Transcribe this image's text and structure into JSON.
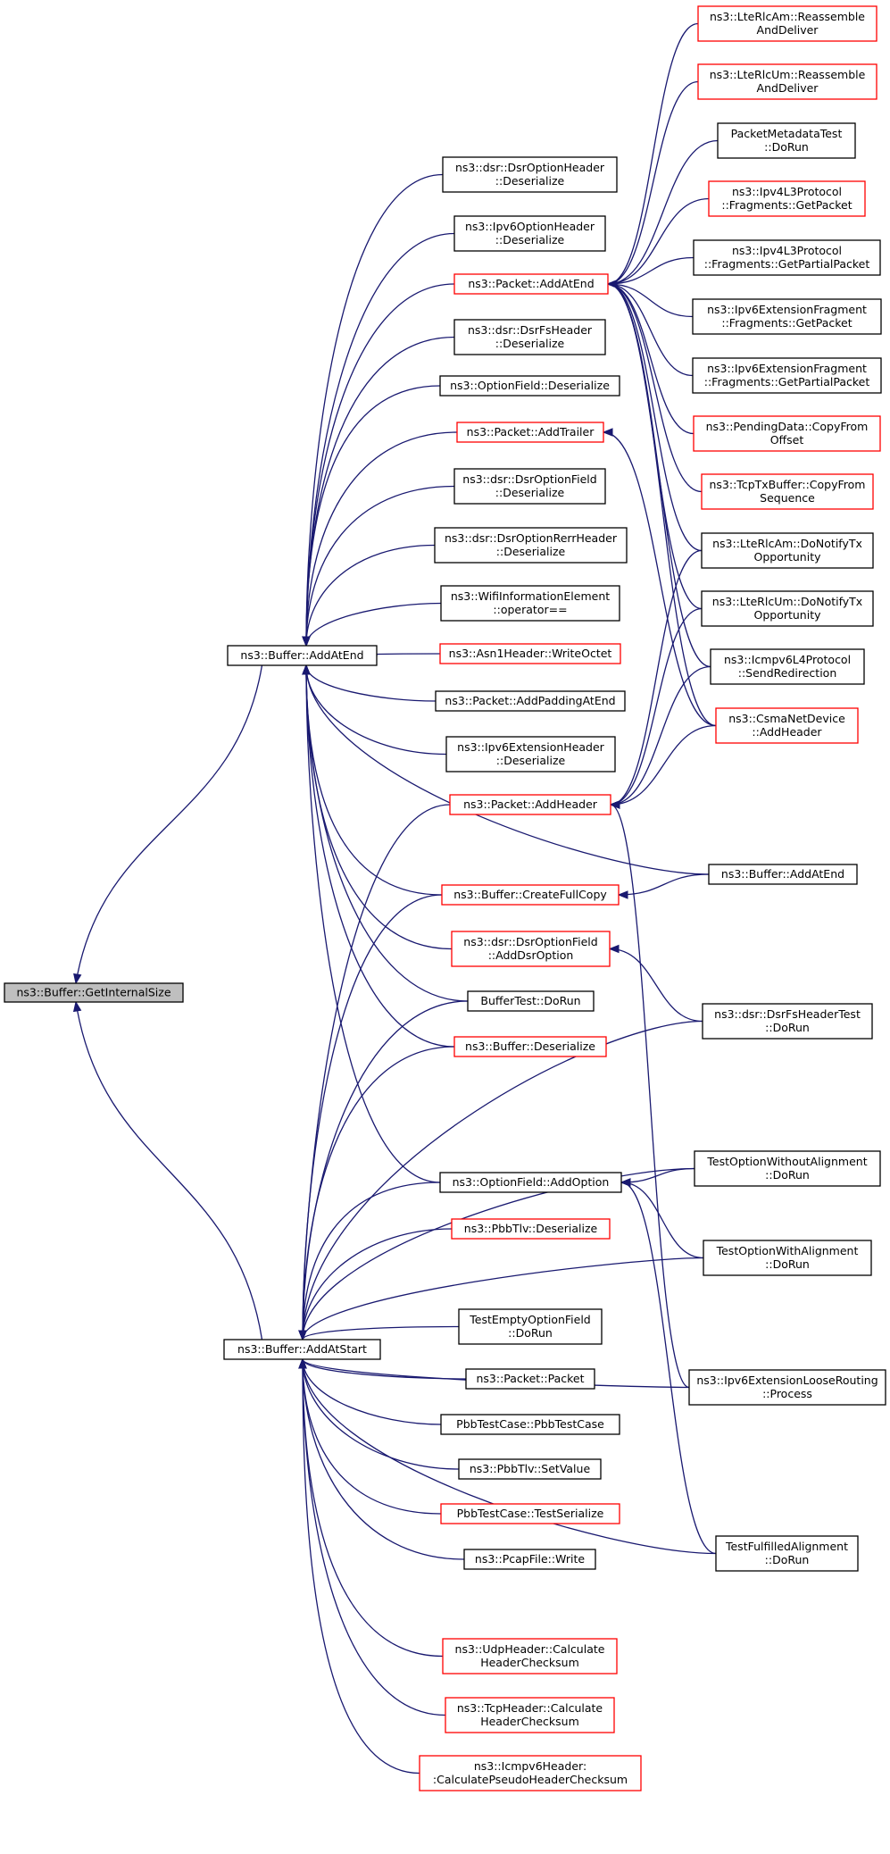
{
  "diagram": {
    "colors": {
      "edge": "#191970",
      "normal_border": "#000000",
      "truncated_border": "#ff0000",
      "root_fill": "#bfbfbf"
    },
    "nodes": [
      {
        "id": "getinternalsize",
        "lines": [
          "ns3::Buffer::GetInternalSize"
        ],
        "style": "root"
      },
      {
        "id": "buffer_addatend",
        "lines": [
          "ns3::Buffer::AddAtEnd"
        ],
        "style": "normal"
      },
      {
        "id": "buffer_addatstart",
        "lines": [
          "ns3::Buffer::AddAtStart"
        ],
        "style": "normal"
      },
      {
        "id": "dsr_optionheader_deser",
        "lines": [
          "ns3::dsr::DsrOptionHeader",
          "::Deserialize"
        ],
        "style": "normal"
      },
      {
        "id": "ipv6optionheader_deser",
        "lines": [
          "ns3::Ipv6OptionHeader",
          "::Deserialize"
        ],
        "style": "normal"
      },
      {
        "id": "packet_addatend",
        "lines": [
          "ns3::Packet::AddAtEnd"
        ],
        "style": "red"
      },
      {
        "id": "dsr_fsheader_deser",
        "lines": [
          "ns3::dsr::DsrFsHeader",
          "::Deserialize"
        ],
        "style": "normal"
      },
      {
        "id": "optionfield_deser",
        "lines": [
          "ns3::OptionField::Deserialize"
        ],
        "style": "normal"
      },
      {
        "id": "packet_addtrailer",
        "lines": [
          "ns3::Packet::AddTrailer"
        ],
        "style": "red"
      },
      {
        "id": "dsr_optionfield_deser",
        "lines": [
          "ns3::dsr::DsrOptionField",
          "::Deserialize"
        ],
        "style": "normal"
      },
      {
        "id": "dsr_optionrerr_deser",
        "lines": [
          "ns3::dsr::DsrOptionRerrHeader",
          "::Deserialize"
        ],
        "style": "normal"
      },
      {
        "id": "wifiinfo_eq",
        "lines": [
          "ns3::WifiInformationElement",
          "::operator=="
        ],
        "style": "normal"
      },
      {
        "id": "asn1_writeoctet",
        "lines": [
          "ns3::Asn1Header::WriteOctet"
        ],
        "style": "red"
      },
      {
        "id": "packet_addpadding",
        "lines": [
          "ns3::Packet::AddPaddingAtEnd"
        ],
        "style": "normal"
      },
      {
        "id": "ipv6ext_deser",
        "lines": [
          "ns3::Ipv6ExtensionHeader",
          "::Deserialize"
        ],
        "style": "normal"
      },
      {
        "id": "packet_addheader",
        "lines": [
          "ns3::Packet::AddHeader"
        ],
        "style": "red"
      },
      {
        "id": "buffer_createfullcopy",
        "lines": [
          "ns3::Buffer::CreateFullCopy"
        ],
        "style": "red"
      },
      {
        "id": "dsr_adddsroption",
        "lines": [
          "ns3::dsr::DsrOptionField",
          "::AddDsrOption"
        ],
        "style": "red"
      },
      {
        "id": "buffertest_dorun",
        "lines": [
          "BufferTest::DoRun"
        ],
        "style": "normal"
      },
      {
        "id": "buffer_deser",
        "lines": [
          "ns3::Buffer::Deserialize"
        ],
        "style": "red"
      },
      {
        "id": "optionfield_addoption",
        "lines": [
          "ns3::OptionField::AddOption"
        ],
        "style": "normal"
      },
      {
        "id": "pbbtlv_deser",
        "lines": [
          "ns3::PbbTlv::Deserialize"
        ],
        "style": "red"
      },
      {
        "id": "testemptyoption",
        "lines": [
          "TestEmptyOptionField",
          "::DoRun"
        ],
        "style": "normal"
      },
      {
        "id": "packet_packet",
        "lines": [
          "ns3::Packet::Packet"
        ],
        "style": "normal"
      },
      {
        "id": "pbbtestcase_ctor",
        "lines": [
          "PbbTestCase::PbbTestCase"
        ],
        "style": "normal"
      },
      {
        "id": "pbbtlv_setvalue",
        "lines": [
          "ns3::PbbTlv::SetValue"
        ],
        "style": "normal"
      },
      {
        "id": "pbbtestcase_testser",
        "lines": [
          "PbbTestCase::TestSerialize"
        ],
        "style": "red"
      },
      {
        "id": "pcapfile_write",
        "lines": [
          "ns3::PcapFile::Write"
        ],
        "style": "normal"
      },
      {
        "id": "udpheader_checksum",
        "lines": [
          "ns3::UdpHeader::Calculate",
          "HeaderChecksum"
        ],
        "style": "red"
      },
      {
        "id": "tcpheader_checksum",
        "lines": [
          "ns3::TcpHeader::Calculate",
          "HeaderChecksum"
        ],
        "style": "red"
      },
      {
        "id": "icmpv6_pseudo",
        "lines": [
          "ns3::Icmpv6Header:",
          ":CalculatePseudoHeaderChecksum"
        ],
        "style": "red"
      },
      {
        "id": "ltercam_reassemble",
        "lines": [
          "ns3::LteRlcAm::Reassemble",
          "AndDeliver"
        ],
        "style": "red"
      },
      {
        "id": "lterclum_reassemble",
        "lines": [
          "ns3::LteRlcUm::Reassemble",
          "AndDeliver"
        ],
        "style": "red"
      },
      {
        "id": "packetmetadatatest",
        "lines": [
          "PacketMetadataTest",
          "::DoRun"
        ],
        "style": "normal"
      },
      {
        "id": "ipv4l3_getpacket",
        "lines": [
          "ns3::Ipv4L3Protocol",
          "::Fragments::GetPacket"
        ],
        "style": "red"
      },
      {
        "id": "ipv4l3_getpartial",
        "lines": [
          "ns3::Ipv4L3Protocol",
          "::Fragments::GetPartialPacket"
        ],
        "style": "normal"
      },
      {
        "id": "ipv6frag_getpacket",
        "lines": [
          "ns3::Ipv6ExtensionFragment",
          "::Fragments::GetPacket"
        ],
        "style": "normal"
      },
      {
        "id": "ipv6frag_getpartial",
        "lines": [
          "ns3::Ipv6ExtensionFragment",
          "::Fragments::GetPartialPacket"
        ],
        "style": "normal"
      },
      {
        "id": "pendingdata_copy",
        "lines": [
          "ns3::PendingData::CopyFrom",
          "Offset"
        ],
        "style": "red"
      },
      {
        "id": "tcptxbuffer_copy",
        "lines": [
          "ns3::TcpTxBuffer::CopyFrom",
          "Sequence"
        ],
        "style": "red"
      },
      {
        "id": "ltercam_notify",
        "lines": [
          "ns3::LteRlcAm::DoNotifyTx",
          "Opportunity"
        ],
        "style": "normal"
      },
      {
        "id": "lterclum_notify",
        "lines": [
          "ns3::LteRlcUm::DoNotifyTx",
          "Opportunity"
        ],
        "style": "normal"
      },
      {
        "id": "icmpv6l4_sendredirect",
        "lines": [
          "ns3::Icmpv6L4Protocol",
          "::SendRedirection"
        ],
        "style": "normal"
      },
      {
        "id": "csmanetdevice_addheader",
        "lines": [
          "ns3::CsmaNetDevice",
          "::AddHeader"
        ],
        "style": "red"
      },
      {
        "id": "buffer_addatend2",
        "lines": [
          "ns3::Buffer::AddAtEnd"
        ],
        "style": "normal"
      },
      {
        "id": "dsrfsheadertest",
        "lines": [
          "ns3::dsr::DsrFsHeaderTest",
          "::DoRun"
        ],
        "style": "normal"
      },
      {
        "id": "testoptionwithout",
        "lines": [
          "TestOptionWithoutAlignment",
          "::DoRun"
        ],
        "style": "normal"
      },
      {
        "id": "testoptionwith",
        "lines": [
          "TestOptionWithAlignment",
          "::DoRun"
        ],
        "style": "normal"
      },
      {
        "id": "ipv6looserouting",
        "lines": [
          "ns3::Ipv6ExtensionLooseRouting",
          "::Process"
        ],
        "style": "normal"
      },
      {
        "id": "testfulfilled",
        "lines": [
          "TestFulfilledAlignment",
          "::DoRun"
        ],
        "style": "normal"
      }
    ],
    "edges": [
      {
        "from": "buffer_addatend",
        "to": "getinternalsize"
      },
      {
        "from": "buffer_addatstart",
        "to": "getinternalsize"
      },
      {
        "from": "dsr_optionheader_deser",
        "to": "buffer_addatend"
      },
      {
        "from": "ipv6optionheader_deser",
        "to": "buffer_addatend"
      },
      {
        "from": "packet_addatend",
        "to": "buffer_addatend"
      },
      {
        "from": "dsr_fsheader_deser",
        "to": "buffer_addatend"
      },
      {
        "from": "optionfield_deser",
        "to": "buffer_addatend"
      },
      {
        "from": "packet_addtrailer",
        "to": "buffer_addatend"
      },
      {
        "from": "dsr_optionfield_deser",
        "to": "buffer_addatend"
      },
      {
        "from": "dsr_optionrerr_deser",
        "to": "buffer_addatend"
      },
      {
        "from": "wifiinfo_eq",
        "to": "buffer_addatend"
      },
      {
        "from": "asn1_writeoctet",
        "to": "buffer_addatend"
      },
      {
        "from": "packet_addpadding",
        "to": "buffer_addatend"
      },
      {
        "from": "ipv6ext_deser",
        "to": "buffer_addatend"
      },
      {
        "from": "buffer_addatend2",
        "to": "buffer_addatend"
      },
      {
        "from": "buffer_createfullcopy",
        "to": "buffer_addatend"
      },
      {
        "from": "dsr_adddsroption",
        "to": "buffer_addatend"
      },
      {
        "from": "buffertest_dorun",
        "to": "buffer_addatend"
      },
      {
        "from": "buffer_deser",
        "to": "buffer_addatend"
      },
      {
        "from": "optionfield_addoption",
        "to": "buffer_addatend"
      },
      {
        "from": "packet_addheader",
        "to": "buffer_addatstart"
      },
      {
        "from": "buffer_createfullcopy",
        "to": "buffer_addatstart"
      },
      {
        "from": "buffertest_dorun",
        "to": "buffer_addatstart"
      },
      {
        "from": "buffer_deser",
        "to": "buffer_addatstart"
      },
      {
        "from": "dsrfsheadertest",
        "to": "buffer_addatstart"
      },
      {
        "from": "testoptionwithout",
        "to": "buffer_addatstart"
      },
      {
        "from": "optionfield_addoption",
        "to": "buffer_addatstart"
      },
      {
        "from": "pbbtlv_deser",
        "to": "buffer_addatstart"
      },
      {
        "from": "testoptionwith",
        "to": "buffer_addatstart"
      },
      {
        "from": "testemptyoption",
        "to": "buffer_addatstart"
      },
      {
        "from": "packet_packet",
        "to": "buffer_addatstart"
      },
      {
        "from": "pbbtestcase_ctor",
        "to": "buffer_addatstart"
      },
      {
        "from": "pbbtlv_setvalue",
        "to": "buffer_addatstart"
      },
      {
        "from": "pbbtestcase_testser",
        "to": "buffer_addatstart"
      },
      {
        "from": "ipv6looserouting",
        "to": "buffer_addatstart"
      },
      {
        "from": "pcapfile_write",
        "to": "buffer_addatstart"
      },
      {
        "from": "testfulfilled",
        "to": "buffer_addatstart"
      },
      {
        "from": "udpheader_checksum",
        "to": "buffer_addatstart"
      },
      {
        "from": "tcpheader_checksum",
        "to": "buffer_addatstart"
      },
      {
        "from": "icmpv6_pseudo",
        "to": "buffer_addatstart"
      },
      {
        "from": "ltercam_reassemble",
        "to": "packet_addatend"
      },
      {
        "from": "lterclum_reassemble",
        "to": "packet_addatend"
      },
      {
        "from": "packetmetadatatest",
        "to": "packet_addatend"
      },
      {
        "from": "ipv4l3_getpacket",
        "to": "packet_addatend"
      },
      {
        "from": "ipv4l3_getpartial",
        "to": "packet_addatend"
      },
      {
        "from": "ipv6frag_getpacket",
        "to": "packet_addatend"
      },
      {
        "from": "ipv6frag_getpartial",
        "to": "packet_addatend"
      },
      {
        "from": "pendingdata_copy",
        "to": "packet_addatend"
      },
      {
        "from": "tcptxbuffer_copy",
        "to": "packet_addatend"
      },
      {
        "from": "ltercam_notify",
        "to": "packet_addatend"
      },
      {
        "from": "lterclum_notify",
        "to": "packet_addatend"
      },
      {
        "from": "icmpv6l4_sendredirect",
        "to": "packet_addatend"
      },
      {
        "from": "csmanetdevice_addheader",
        "to": "packet_addatend"
      },
      {
        "from": "csmanetdevice_addheader",
        "to": "packet_addtrailer"
      },
      {
        "from": "ltercam_notify",
        "to": "packet_addheader"
      },
      {
        "from": "lterclum_notify",
        "to": "packet_addheader"
      },
      {
        "from": "icmpv6l4_sendredirect",
        "to": "packet_addheader"
      },
      {
        "from": "csmanetdevice_addheader",
        "to": "packet_addheader"
      },
      {
        "from": "ipv6looserouting",
        "to": "packet_addheader"
      },
      {
        "from": "buffer_addatend2",
        "to": "buffer_createfullcopy"
      },
      {
        "from": "dsrfsheadertest",
        "to": "dsr_adddsroption"
      },
      {
        "from": "testoptionwithout",
        "to": "optionfield_addoption"
      },
      {
        "from": "testoptionwith",
        "to": "optionfield_addoption"
      },
      {
        "from": "testfulfilled",
        "to": "optionfield_addoption"
      }
    ]
  }
}
